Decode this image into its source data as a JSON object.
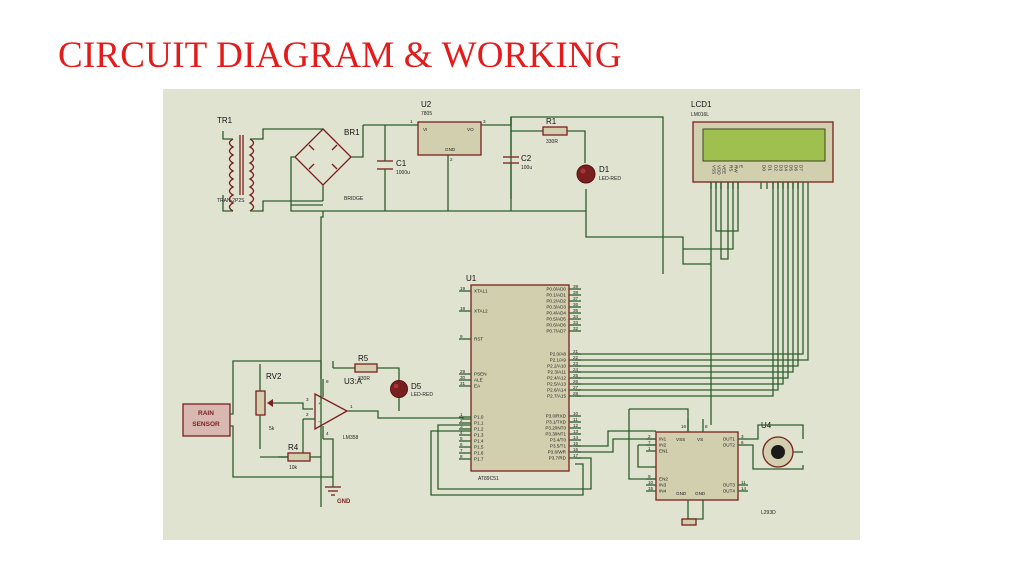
{
  "title": "CIRCUIT DIAGRAM & WORKING",
  "colors": {
    "title": "#e41b1b",
    "background": "#dfe3cf",
    "wire": "#2e5e2e",
    "component": "#7a1f1f",
    "chip_fill": "#d2cfae",
    "lcd_screen": "#9fbf4e"
  },
  "components": {
    "tr1": {
      "ref": "TR1",
      "value": "TRAN-2P2S"
    },
    "br1": {
      "ref": "BR1",
      "value": "BRIDGE"
    },
    "c1": {
      "ref": "C1",
      "value": "1000u"
    },
    "u2": {
      "ref": "U2",
      "value": "7805",
      "pin_vi": "VI",
      "pin_vo": "VO",
      "pin_gnd": "GND",
      "pin1": "1",
      "pin3": "3",
      "pin2": "2"
    },
    "c2": {
      "ref": "C2",
      "value": "100u"
    },
    "r1": {
      "ref": "R1",
      "value": "330R"
    },
    "d1": {
      "ref": "D1",
      "value": "LED-RED"
    },
    "lcd1": {
      "ref": "LCD1",
      "value": "LM016L",
      "pins": [
        "VSS",
        "VDD",
        "VEE",
        "RS",
        "RW",
        "E",
        "D0",
        "D1",
        "D2",
        "D3",
        "D4",
        "D5",
        "D6",
        "D7"
      ]
    },
    "u1": {
      "ref": "U1",
      "value": "AT89C51",
      "left_pins": [
        {
          "num": "19",
          "name": "XTAL1"
        },
        {
          "num": "18",
          "name": "XTAL2"
        },
        {
          "num": "9",
          "name": "RST"
        },
        {
          "num": "29",
          "name": "PSEN"
        },
        {
          "num": "30",
          "name": "ALE"
        },
        {
          "num": "31",
          "name": "EA"
        },
        {
          "num": "1",
          "name": "P1.0"
        },
        {
          "num": "2",
          "name": "P1.1"
        },
        {
          "num": "3",
          "name": "P1.2"
        },
        {
          "num": "4",
          "name": "P1.3"
        },
        {
          "num": "5",
          "name": "P1.4"
        },
        {
          "num": "6",
          "name": "P1.5"
        },
        {
          "num": "7",
          "name": "P1.6"
        },
        {
          "num": "8",
          "name": "P1.7"
        }
      ],
      "right_pins": [
        {
          "num": "39",
          "name": "P0.0/AD0"
        },
        {
          "num": "38",
          "name": "P0.1/AD1"
        },
        {
          "num": "37",
          "name": "P0.2/AD2"
        },
        {
          "num": "36",
          "name": "P0.3/AD3"
        },
        {
          "num": "35",
          "name": "P0.4/AD4"
        },
        {
          "num": "34",
          "name": "P0.5/AD5"
        },
        {
          "num": "33",
          "name": "P0.6/AD6"
        },
        {
          "num": "32",
          "name": "P0.7/AD7"
        },
        {
          "num": "21",
          "name": "P2.0/A8"
        },
        {
          "num": "22",
          "name": "P2.1/A9"
        },
        {
          "num": "23",
          "name": "P2.2/A10"
        },
        {
          "num": "24",
          "name": "P2.3/A11"
        },
        {
          "num": "25",
          "name": "P2.4/A12"
        },
        {
          "num": "26",
          "name": "P2.5/A13"
        },
        {
          "num": "27",
          "name": "P2.6/A14"
        },
        {
          "num": "28",
          "name": "P2.7/A15"
        },
        {
          "num": "10",
          "name": "P3.0/RXD"
        },
        {
          "num": "11",
          "name": "P3.1/TXD"
        },
        {
          "num": "12",
          "name": "P3.2/INT0"
        },
        {
          "num": "13",
          "name": "P3.3/INT1"
        },
        {
          "num": "14",
          "name": "P3.4/T0"
        },
        {
          "num": "15",
          "name": "P3.5/T1"
        },
        {
          "num": "16",
          "name": "P3.6/WR"
        },
        {
          "num": "17",
          "name": "P3.7/RD"
        }
      ]
    },
    "rv2": {
      "ref": "RV2",
      "value": "5k"
    },
    "r5": {
      "ref": "R5",
      "value": "330R"
    },
    "u3": {
      "ref": "U3:A",
      "value": "LM358",
      "pin8": "8",
      "pin4": "4",
      "pin3": "3",
      "pin2": "2",
      "pin1": "1"
    },
    "d5": {
      "ref": "D5",
      "value": "LED-RED"
    },
    "r4": {
      "ref": "R4",
      "value": "10k"
    },
    "sensor": {
      "line1": "RAIN",
      "line2": "SENSOR"
    },
    "gnd": {
      "label": "GND"
    },
    "u4": {
      "ref": "U4",
      "value": "L293D",
      "top_pin_a": "16",
      "top_pin_b": "8",
      "left_pins": [
        {
          "num": "2",
          "name": "IN1"
        },
        {
          "num": "7",
          "name": "IN2"
        },
        {
          "num": "1",
          "name": "EN1"
        },
        {
          "num": "9",
          "name": "EN2"
        },
        {
          "num": "10",
          "name": "IN3"
        },
        {
          "num": "15",
          "name": "IN4"
        }
      ],
      "inner_top": [
        "VSS",
        "VS",
        "OUT1",
        "OUT2"
      ],
      "inner_bottom": [
        "GND",
        "GND",
        "OUT3",
        "OUT4"
      ],
      "right_pins": [
        {
          "num": "3",
          "name": "OUT1"
        },
        {
          "num": "6",
          "name": "OUT2"
        },
        {
          "num": "11",
          "name": "OUT3"
        },
        {
          "num": "14",
          "name": "OUT4"
        }
      ]
    }
  }
}
